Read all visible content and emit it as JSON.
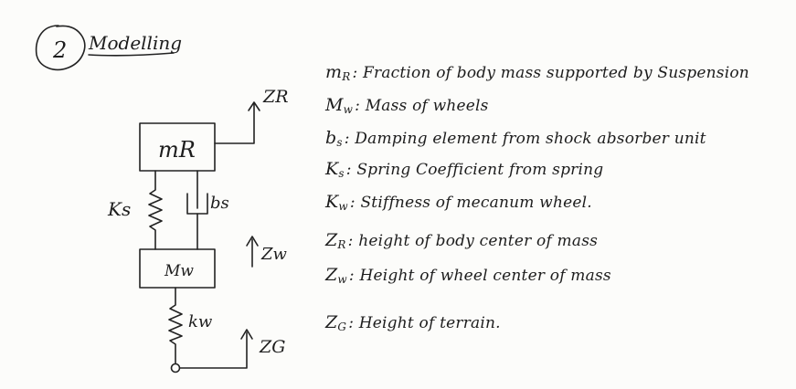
{
  "heading": {
    "number": "2",
    "title": "Modelling"
  },
  "diagram": {
    "body_mass_label": "mR",
    "wheel_mass_label": "Mw",
    "spring_label": "Ks",
    "damper_label": "bs",
    "tire_spring_label": "kw",
    "z_body_label": "ZR",
    "z_wheel_label": "Zw",
    "z_ground_label": "ZG"
  },
  "legend": [
    {
      "sym": "m",
      "sub": "R",
      "sep": ":",
      "text": "Fraction of body mass supported by Suspension"
    },
    {
      "sym": "M",
      "sub": "w",
      "sep": ":",
      "text": "Mass of wheels"
    },
    {
      "sym": "b",
      "sub": "s",
      "sep": ":",
      "text": "Damping element from shock absorber unit"
    },
    {
      "sym": "K",
      "sub": "s",
      "sep": ":",
      "text": "Spring Coefficient from spring"
    },
    {
      "sym": "K",
      "sub": "w",
      "sep": ":",
      "text": "Stiffness of mecanum wheel."
    },
    {
      "sym": "Z",
      "sub": "R",
      "sep": ":",
      "text": "height of body center of mass"
    },
    {
      "sym": "Z",
      "sub": "w",
      "sep": ":",
      "text": "Height of wheel center of mass"
    },
    {
      "sym": "Z",
      "sub": "G",
      "sep": ":",
      "text": "Height of terrain."
    }
  ]
}
